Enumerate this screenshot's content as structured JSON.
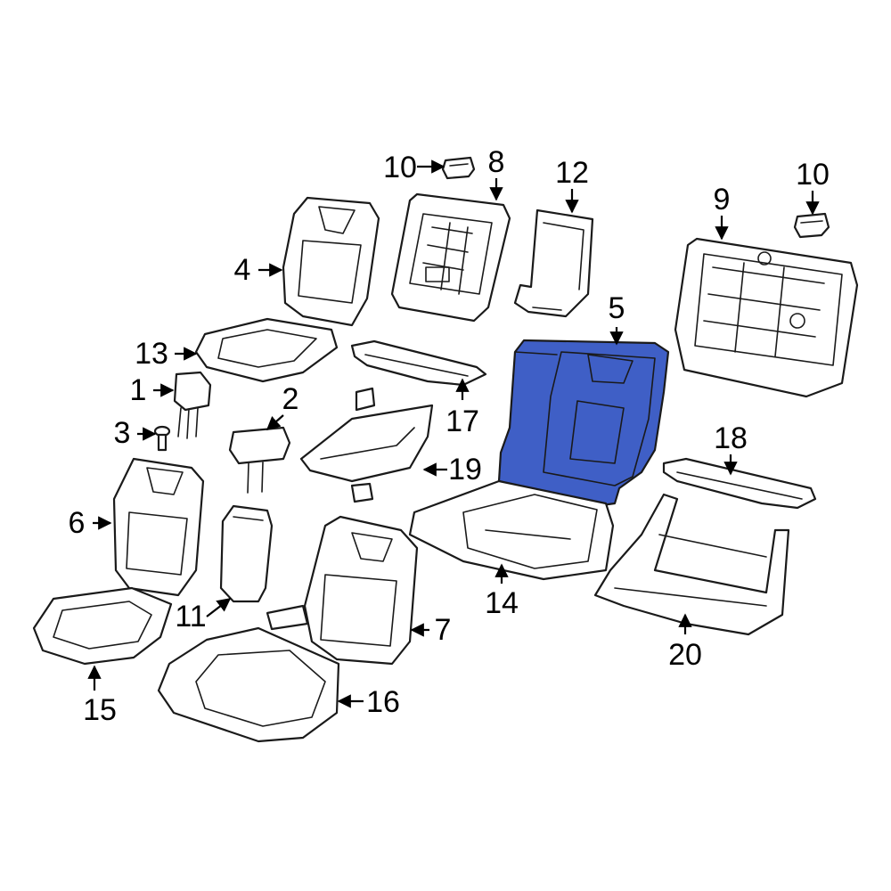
{
  "highlight_color": "#3f5fc6",
  "callouts": {
    "c1": "1",
    "c2": "2",
    "c3": "3",
    "c4": "4",
    "c5": "5",
    "c6": "6",
    "c7": "7",
    "c8": "8",
    "c9": "9",
    "c10a": "10",
    "c10b": "10",
    "c11": "11",
    "c12": "12",
    "c13": "13",
    "c14": "14",
    "c15": "15",
    "c16": "16",
    "c17": "17",
    "c18": "18",
    "c19": "19",
    "c20": "20"
  }
}
